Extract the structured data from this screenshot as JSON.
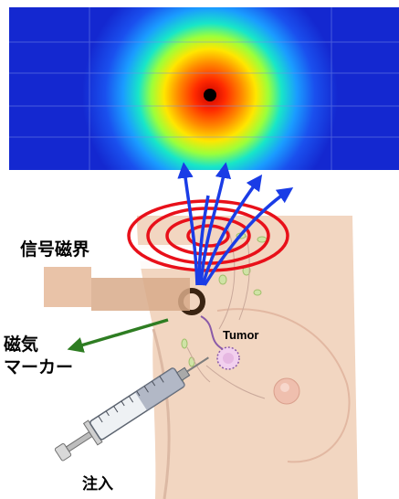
{
  "labels": {
    "signal_field": "信号磁界",
    "magnetic_marker_line1": "磁気",
    "magnetic_marker_line2": "マーカー",
    "tumor": "Tumor",
    "injection": "注入"
  },
  "heatmap": {
    "colormap": "jet",
    "background_color": "#1428d0",
    "peak_color": "#d40000",
    "center_dot_color": "#000000"
  },
  "colors": {
    "field_rings": "#e8101a",
    "signal_arrows": "#1a3ce6",
    "marker_arrow": "#2e7d22",
    "skin": "#f2d6c1"
  }
}
